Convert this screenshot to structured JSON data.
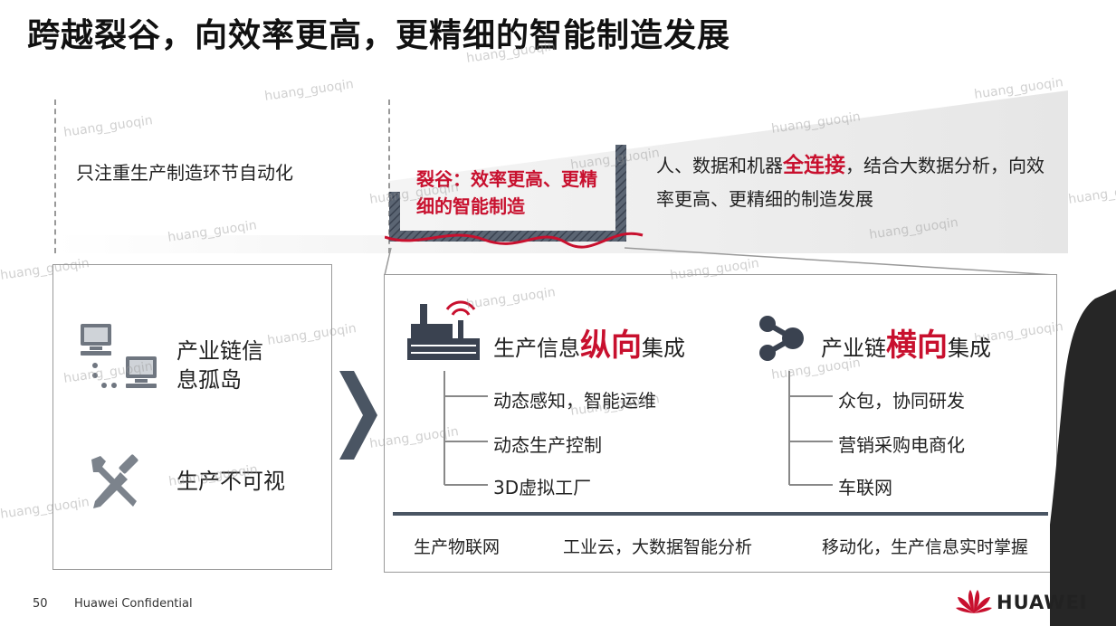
{
  "slide": {
    "title": "跨越裂谷，向效率更高，更精细的智能制造发展",
    "page_number": "50",
    "confidential": "Huawei Confidential",
    "brand": "HUAWEI",
    "watermark": "huang_guoqin"
  },
  "colors": {
    "accent": "#c8102e",
    "icon_grey": "#6f7680",
    "dark": "#3a4250"
  },
  "top": {
    "left_text": "只注重生产制造环节自动化",
    "gap_text": "裂谷：效率更高、更精细的智能制造",
    "right_text_a": "人、数据和机器",
    "right_emph": "全连接",
    "right_text_b": "，结合大数据分析，向效率更高、更精细的制造发展"
  },
  "left_box": {
    "island": "产业链信息孤岛",
    "invisible": "生产不可视",
    "icons": [
      "computer-network-icon",
      "wrench-screwdriver-icon"
    ]
  },
  "arrow_icon": "chevron-right-icon",
  "vertical": {
    "head_a": "生产信息",
    "head_emph": "纵向",
    "head_b": "集成",
    "icon": "factory-wireless-icon",
    "items": [
      "动态感知，智能运维",
      "动态生产控制",
      "3D虚拟工厂"
    ]
  },
  "horizontal": {
    "head_a": "产业链",
    "head_emph": "横向",
    "head_b": "集成",
    "icon": "share-nodes-icon",
    "items": [
      "众包，协同研发",
      "营销采购电商化",
      "车联网"
    ]
  },
  "bottom": [
    "生产物联网",
    "工业云，大数据智能分析",
    "移动化，生产信息实时掌握"
  ]
}
